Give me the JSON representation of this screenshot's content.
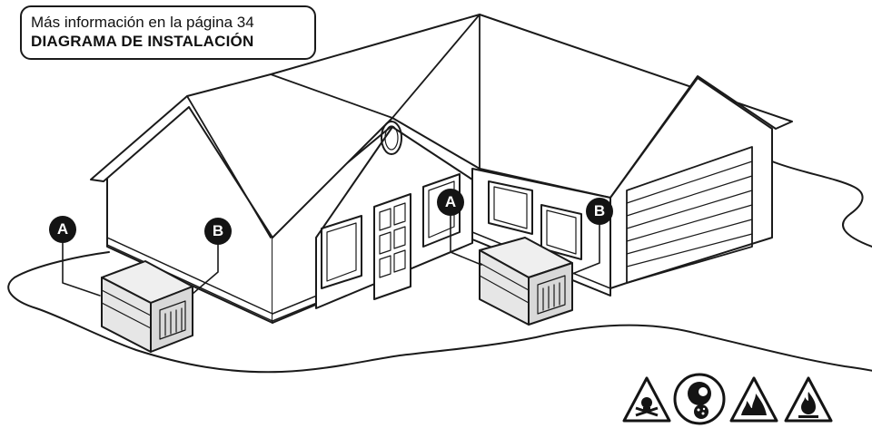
{
  "callout": {
    "line1": "Más información en la página 34",
    "line2": "DIAGRAMA DE INSTALACIÓN"
  },
  "markers": {
    "left_a": "A",
    "left_b": "B",
    "right_a": "A",
    "right_b": "B"
  },
  "warning_icons": [
    "toxic-fumes-icon",
    "asphyxiation-icon",
    "fire-hazard-icon",
    "flammable-icon"
  ],
  "colors": {
    "line": "#1a1a1a",
    "badge": "#141414",
    "generator_fill": "#e6e6e6"
  }
}
